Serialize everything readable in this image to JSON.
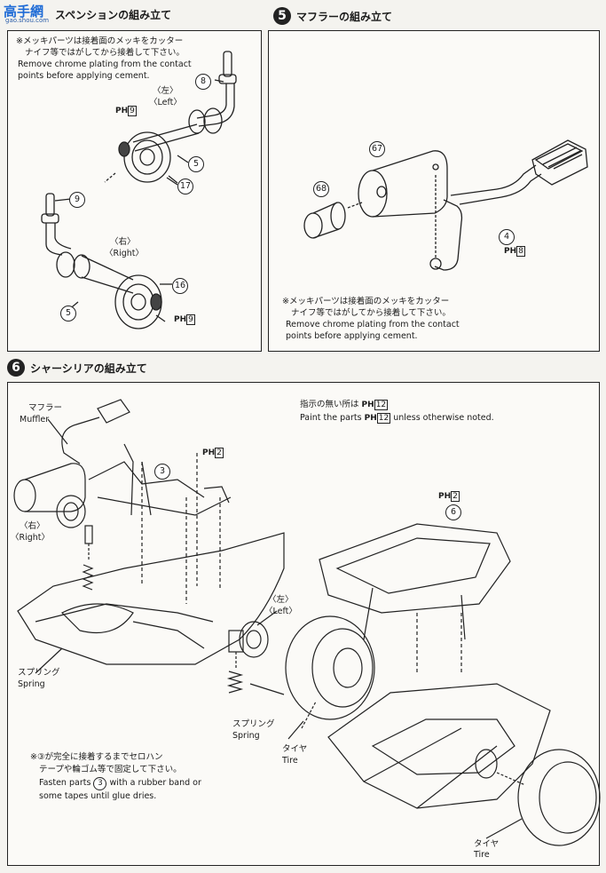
{
  "watermark": {
    "site_name": "高手网",
    "site_url": "gao.shou.com"
  },
  "step4": {
    "title": "スペンションの組み立て",
    "note_jp_1": "※メッキパーツは接着面のメッキをカッター",
    "note_jp_2": "ナイフ等ではがしてから接着して下さい。",
    "note_en_1": "Remove chrome plating from the contact",
    "note_en_2": "points before applying cement.",
    "left_jp": "〈左〉",
    "left_en": "〈Left〉",
    "right_jp": "〈右〉",
    "right_en": "〈Right〉",
    "parts": [
      "8",
      "5",
      "17",
      "9",
      "16",
      "5"
    ],
    "ph_tag": "PH",
    "ph_num": "9"
  },
  "step5": {
    "number": "5",
    "title": "マフラーの組み立て",
    "parts": [
      "67",
      "68",
      "4"
    ],
    "ph_tag": "PH",
    "ph_num": "8",
    "note_jp_1": "※メッキパーツは接着面のメッキをカッター",
    "note_jp_2": "ナイフ等ではがしてから接着して下さい。",
    "note_en_1": "Remove chrome plating from the contact",
    "note_en_2": "points before applying cement."
  },
  "step6": {
    "number": "6",
    "title": "シャーシリアの組み立て",
    "muffler_jp": "マフラー",
    "muffler_en": "Muffler",
    "right_jp": "〈右〉",
    "right_en": "〈Right〉",
    "left_jp": "〈左〉",
    "left_en": "〈Left〉",
    "spring_jp": "スプリング",
    "spring_en": "Spring",
    "tire_jp": "タイヤ",
    "tire_en": "Tire",
    "ph_tag": "PH",
    "ph_num": "2",
    "ph_note_num": "12",
    "part3": "3",
    "part6": "6",
    "note_paint_jp": "指示の無い所は",
    "note_paint_en_pre": "Paint the parts",
    "note_paint_en_post": "unless otherwise noted.",
    "fasten_jp_1": "※③が完全に接着するまでセロハン",
    "fasten_jp_2": "テープや輪ゴム等で固定して下さい。",
    "fasten_en_1_pre": "Fasten parts",
    "fasten_en_1_post": "with a rubber band or",
    "fasten_en_2": "some tapes until glue dries."
  }
}
